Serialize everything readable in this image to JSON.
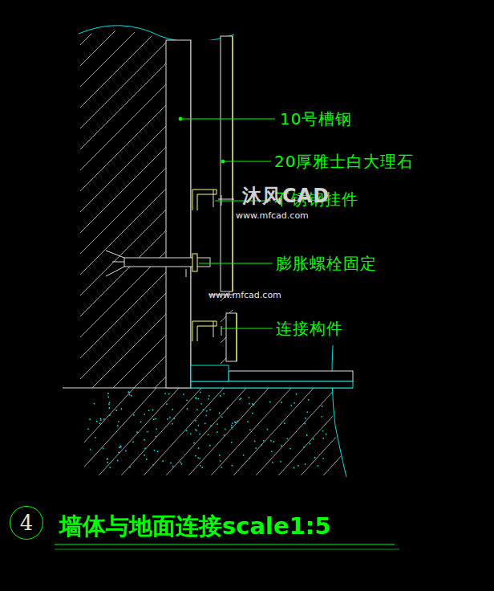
{
  "diagram": {
    "title": "墙体与地面连接scale1:5",
    "nodes": [
      {
        "text": [
          "4"
        ]
      }
    ],
    "labels": [
      "10号槽钢",
      "20厚雅士白大理石",
      "不锈钢挂件",
      "沐风CAD",
      "www.mfcad.com",
      "膨胀螺栓固定",
      "www.mfcad.com",
      "连接构件"
    ]
  }
}
